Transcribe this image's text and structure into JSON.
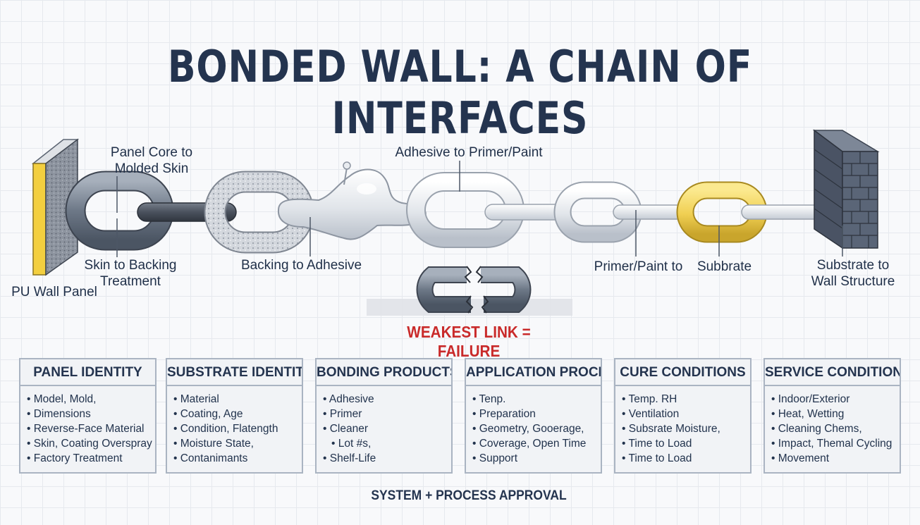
{
  "title": "BONDED WALL: A CHAIN OF INTERFACES",
  "labels": {
    "panel_core": "Panel Core to\nMolded Skin",
    "skin_backing": "Skin to Backing\nTreatment",
    "pu_panel": "PU Wall Panel",
    "backing_adhesive": "Backing to Adhesive",
    "adhesive_primer": "Adhesive to Primer/Paint",
    "primer_paint_to": "Primer/Paint to",
    "subbrate": "Subbrate",
    "substrate_wall": "Substrate to\nWall Structure"
  },
  "weakest_link": "WEAKEST LINK = FAILURE",
  "boxes": [
    {
      "title": "PANEL IDENTITY",
      "items": [
        "Model, Mold,",
        "Dimensions",
        "Reverse-Face Material",
        "Skin, Coating Overspray",
        "Factory Treatment"
      ]
    },
    {
      "title": "SUBSTRATE IDENTITY",
      "items": [
        "Material",
        "Coating, Age",
        "Condition, Flatength",
        "Moisture State,",
        "Contanimants"
      ]
    },
    {
      "title": "BONDING PRODUCTS",
      "items": [
        "Adhesive",
        "Primer",
        "Cleaner",
        "Lot #s,",
        "Shelf-Life"
      ]
    },
    {
      "title": "APPLICATION PROCESS",
      "items": [
        "Tenp.",
        "Preparation",
        "Geometry, Gooerage,",
        "Coverage, Open Time",
        "Support"
      ]
    },
    {
      "title": "CURE CONDITIONS",
      "items": [
        "Temp. RH",
        "Ventilation",
        "Subsrate Moisture,",
        "Time to Load",
        "Time to Load"
      ]
    },
    {
      "title": "SERVICE CONDITIONS",
      "items": [
        "Indoor/Exterior",
        "Heat, Wetting",
        "Cleaning Chems,",
        "Impact, Themal Cycling",
        "Movement"
      ]
    }
  ],
  "footer": "SYSTEM + PROCESS APPROVAL",
  "colors": {
    "title": "#24344f",
    "failure": "#c92a2a",
    "link_dark": "#6f7a88",
    "link_light": "#e4e7ec",
    "link_gold": "#f1d25a",
    "panel_edge": "#f3cf3f",
    "brick": "#5a6577"
  }
}
